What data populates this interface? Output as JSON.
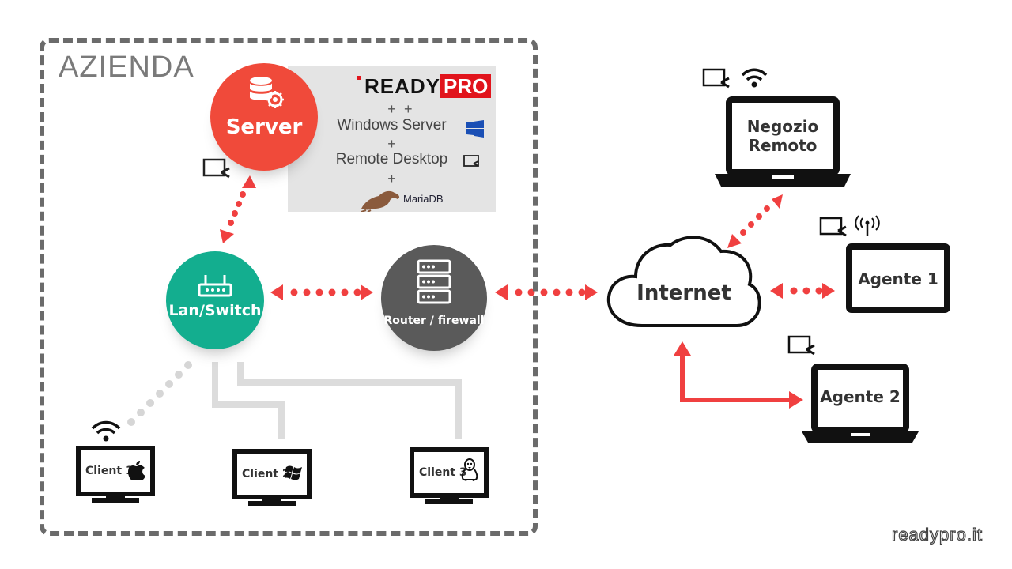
{
  "zone": {
    "title": "AZIENDA"
  },
  "server": {
    "label": "Server",
    "brand_left": "READY",
    "brand_right": "PRO",
    "lines": [
      "Windows Server",
      "Remote Desktop"
    ],
    "plus": "+",
    "db_label": "MariaDB"
  },
  "lan": {
    "label": "Lan/Switch"
  },
  "router": {
    "label": "Router / firewall"
  },
  "internet": {
    "label": "Internet"
  },
  "clients": [
    {
      "label": "Client 1",
      "os_icon": "apple-icon"
    },
    {
      "label": "Client 2",
      "os_icon": "windows-icon"
    },
    {
      "label": "Client 3",
      "os_icon": "linux-icon"
    }
  ],
  "remote": {
    "negozio_line1": "Negozio",
    "negozio_line2": "Remoto",
    "agente1": "Agente 1",
    "agente2": "Agente 2"
  },
  "footer": {
    "site": "readypro.it"
  },
  "colors": {
    "accent_red": "#f04a3a",
    "brand_red": "#e1141c",
    "lan_green": "#13ae8f",
    "router_gray": "#5a5a5a",
    "connection_red": "#f04040",
    "cable_gray": "#dcdcdc"
  }
}
